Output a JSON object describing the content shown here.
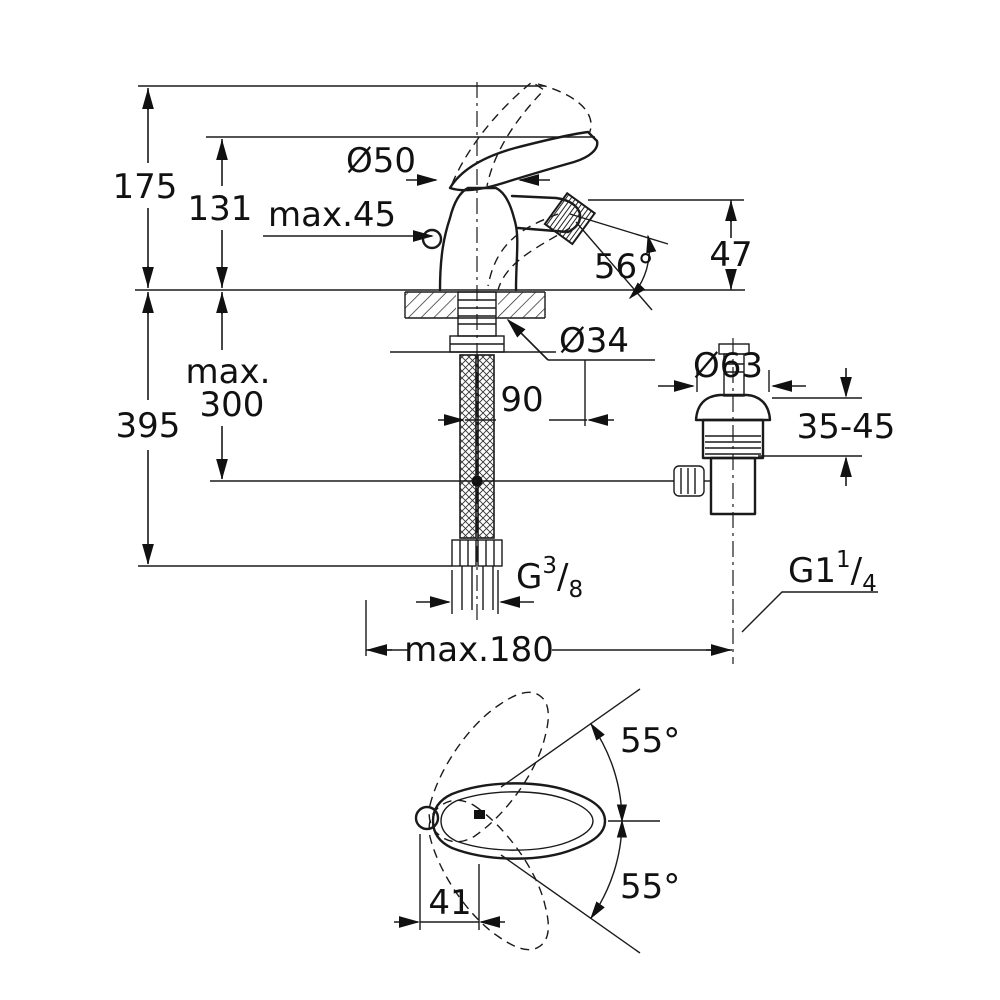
{
  "drawing": {
    "type": "technical-dimension-drawing",
    "side_view": {
      "dims": {
        "h_total": "175",
        "h_tip": "131",
        "deck_max": "max.45",
        "base_dia": "Ø50",
        "spout_angle": "56°",
        "outlet_h": "47",
        "hole_dia": "Ø34",
        "flange_dia": "Ø63",
        "depth_max_a": "max.",
        "depth_max_b": "300",
        "below_total": "395",
        "hole_offset": "90",
        "clamp_range": "35-45",
        "supply_thread_g": "G",
        "supply_thread_num": "3",
        "supply_thread_slash": "/",
        "supply_thread_den": "8",
        "drain_thread_g": "G1",
        "drain_thread_num": "1",
        "drain_thread_slash": "/",
        "drain_thread_den": "4",
        "rod_reach": "max.180"
      }
    },
    "top_view": {
      "dims": {
        "swing_up": "55°",
        "swing_down": "55°",
        "handle_offset": "41"
      }
    }
  }
}
